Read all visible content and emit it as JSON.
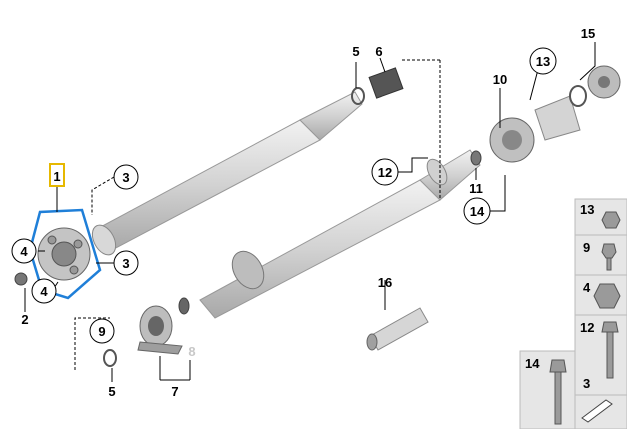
{
  "callouts": {
    "c1": "1",
    "c2": "2",
    "c3a": "3",
    "c3b": "3",
    "c4a": "4",
    "c4b": "4",
    "c5a": "5",
    "c5b": "5",
    "c6": "6",
    "c7": "7",
    "c8": "8",
    "c9": "9",
    "c10": "10",
    "c11": "11",
    "c12": "12",
    "c13": "13",
    "c14": "14",
    "c15": "15",
    "c16": "16"
  },
  "legend": {
    "l13": "13",
    "l9": "9",
    "l4": "4",
    "l12": "12",
    "l3": "3",
    "l14": "14"
  },
  "colors": {
    "highlight_blue": "#1f7fd8",
    "highlight_yellow": "#e6b800",
    "part_gray": "#c8c8c8",
    "part_dark": "#5a5a5a",
    "legend_bg": "#e6e6e6"
  }
}
